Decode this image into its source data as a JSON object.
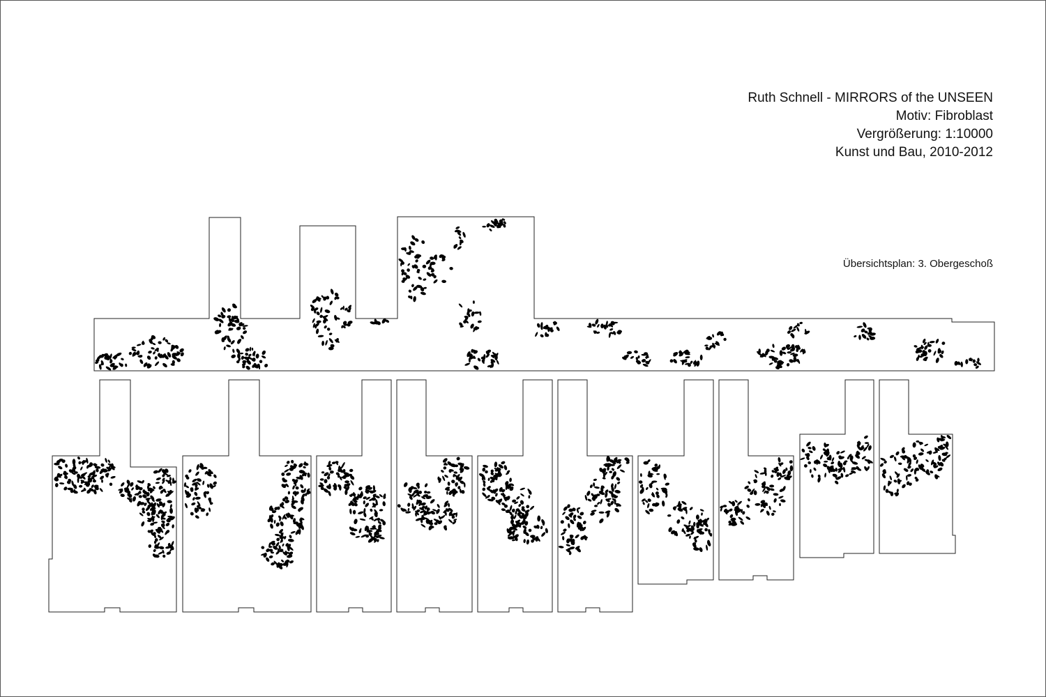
{
  "title_block": {
    "line1": "Ruth Schnell - MIRRORS of the UNSEEN",
    "line2": "Motiv: Fibroblast",
    "line3": "Vergrößerung: 1:10000",
    "line4": "Kunst und Bau, 2010-2012"
  },
  "plan_caption": "Übersichtsplan: 3. Obergeschoß",
  "colors": {
    "outline": "#222222",
    "cells": "#000000",
    "background": "#ffffff"
  }
}
